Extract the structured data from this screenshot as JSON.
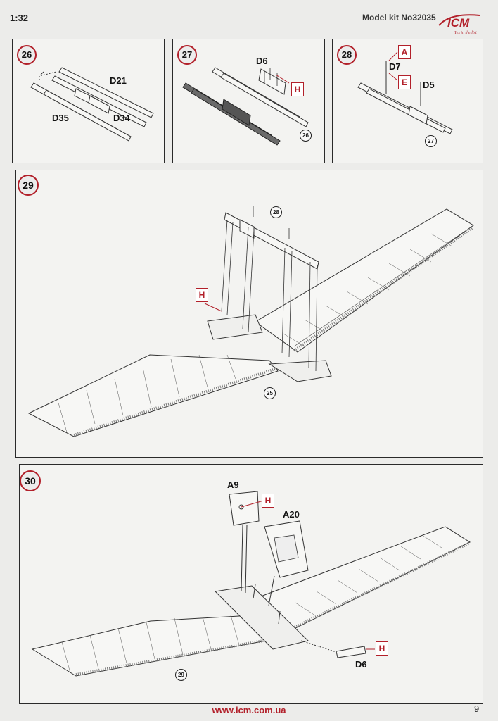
{
  "header": {
    "scale": "1:32",
    "model_kit": "Model kit No32035"
  },
  "logo": {
    "text": "ICM",
    "tagline": "Yes in the list"
  },
  "steps": [
    {
      "number": "26",
      "labels": [
        "D21",
        "D35",
        "D34"
      ]
    },
    {
      "number": "27",
      "labels": [
        "D6"
      ],
      "marker": "H",
      "ref": "26"
    },
    {
      "number": "28",
      "labels": [
        "D7",
        "D5"
      ],
      "markers": [
        "A",
        "E"
      ],
      "ref": "27"
    },
    {
      "number": "29",
      "marker": "H",
      "refs": [
        "28",
        "25"
      ]
    },
    {
      "number": "30",
      "labels": [
        "A9",
        "A20",
        "D6"
      ],
      "markers": [
        "H",
        "H"
      ],
      "ref": "29"
    }
  ],
  "footer": {
    "website": "www.icm.com.ua",
    "page": "9"
  },
  "colors": {
    "accent": "#b2202a"
  }
}
